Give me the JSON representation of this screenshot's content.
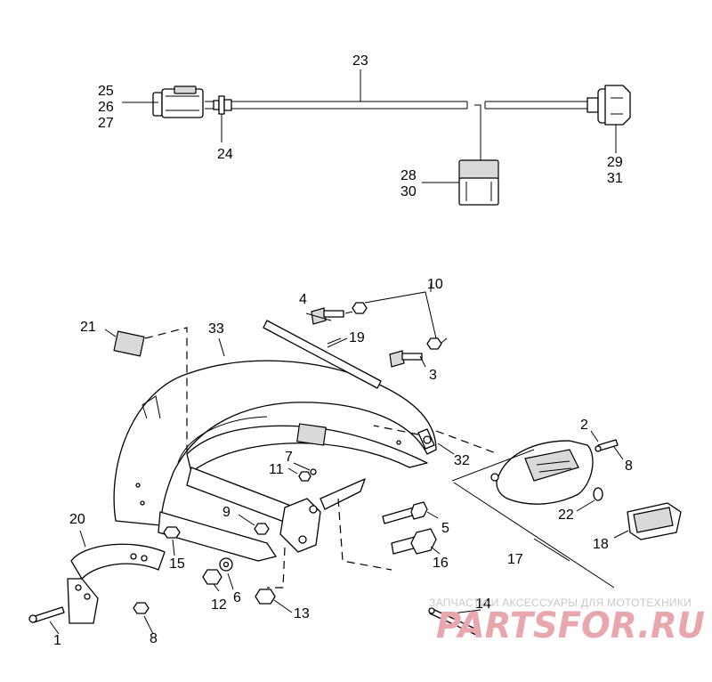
{
  "labels": {
    "p1": "1",
    "p2": "2",
    "p3": "3",
    "p4": "4",
    "p5": "5",
    "p6": "6",
    "p7": "7",
    "p8a": "8",
    "p8b": "8",
    "p9": "9",
    "p10": "10",
    "p11": "11",
    "p12": "12",
    "p13": "13",
    "p14": "14",
    "p15": "15",
    "p16": "16",
    "p17": "17",
    "p18": "18",
    "p19": "19",
    "p20": "20",
    "p21": "21",
    "p22": "22",
    "p23": "23",
    "p24": "24",
    "p25": "25",
    "p26": "26",
    "p27": "27",
    "p28": "28",
    "p29": "29",
    "p30": "30",
    "p31": "31",
    "p32": "32",
    "p33": "33"
  },
  "watermark": {
    "tagline": "ЗАПЧАСТИ И АКСЕССУАРЫ ДЛЯ МОТОТЕХНИКИ",
    "brand": "PARTSFOR.RU",
    "brand_color": "#e8a6ad"
  }
}
